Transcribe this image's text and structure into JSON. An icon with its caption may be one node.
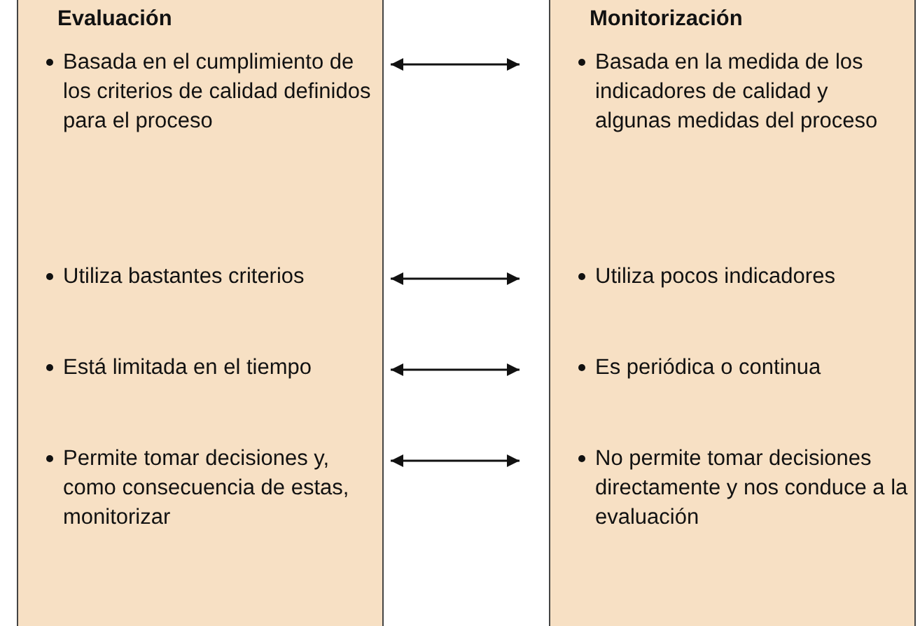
{
  "diagram": {
    "nodes": [
      {
        "text": [
          "Evaluación"
        ]
      },
      {
        "text": [
          "Basada en el cumplimiento de los criterios de calidad definidos para el proceso"
        ],
        "in": 0
      },
      {
        "text": [
          "Utiliza bastantes criterios"
        ],
        "in": 0
      },
      {
        "text": [
          "Está limitada en el tiempo"
        ],
        "in": 0
      },
      {
        "text": [
          "Permite tomar decisiones y, como consecuencia de estas, monitorizar"
        ],
        "in": 0
      },
      {
        "text": [
          "Monitorización"
        ]
      },
      {
        "text": [
          "Basada en la medida de los indicadores de calidad y algunas medidas del proceso"
        ],
        "in": 5
      },
      {
        "text": [
          "Utiliza pocos indicadores"
        ],
        "in": 5
      },
      {
        "text": [
          "Es periódica o continua"
        ],
        "in": 5
      },
      {
        "text": [
          "No permite tomar decisiones directamente y nos conduce a la evaluación"
        ],
        "in": 5
      }
    ],
    "edges": [
      {
        "from": 1,
        "to": 6,
        "arrow": "both"
      },
      {
        "from": 2,
        "to": 7,
        "arrow": "both"
      },
      {
        "from": 3,
        "to": 8,
        "arrow": "both"
      },
      {
        "from": 4,
        "to": 9,
        "arrow": "both"
      }
    ]
  }
}
